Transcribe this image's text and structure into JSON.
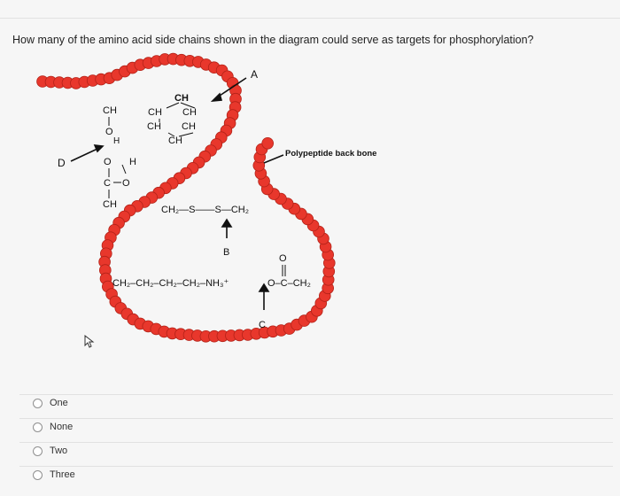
{
  "question": {
    "text": "How many of the amino acid side chains shown in the diagram could serve as targets for phosphorylation?"
  },
  "diagram": {
    "labels": {
      "a": "A",
      "b": "B",
      "c": "C",
      "d": "D",
      "backbone": "Polypeptide back bone"
    },
    "chem": {
      "ch_top": "CH",
      "ch2_left": "CH",
      "ch3_a": "CH",
      "ch3_b": "CH",
      "ch3_c": "CH",
      "ch3_d": "CH",
      "ch_mid": "CH",
      "o_left": "O",
      "h_delta": "H",
      "o_delta": "O",
      "h_right": "H",
      "c_acid": "C",
      "o_acid": "O",
      "ch2_low": "CH",
      "disulfide": "CH₂—S——S—CH₂",
      "lysine": "CH₂–CH₂–CH₂–CH₂–NH₃⁺",
      "carboxylate": "O–C–CH₂",
      "o_top": "O"
    },
    "bead_color": "#e8372c"
  },
  "options": [
    {
      "label": "One"
    },
    {
      "label": "None"
    },
    {
      "label": "Two"
    },
    {
      "label": "Three"
    }
  ]
}
